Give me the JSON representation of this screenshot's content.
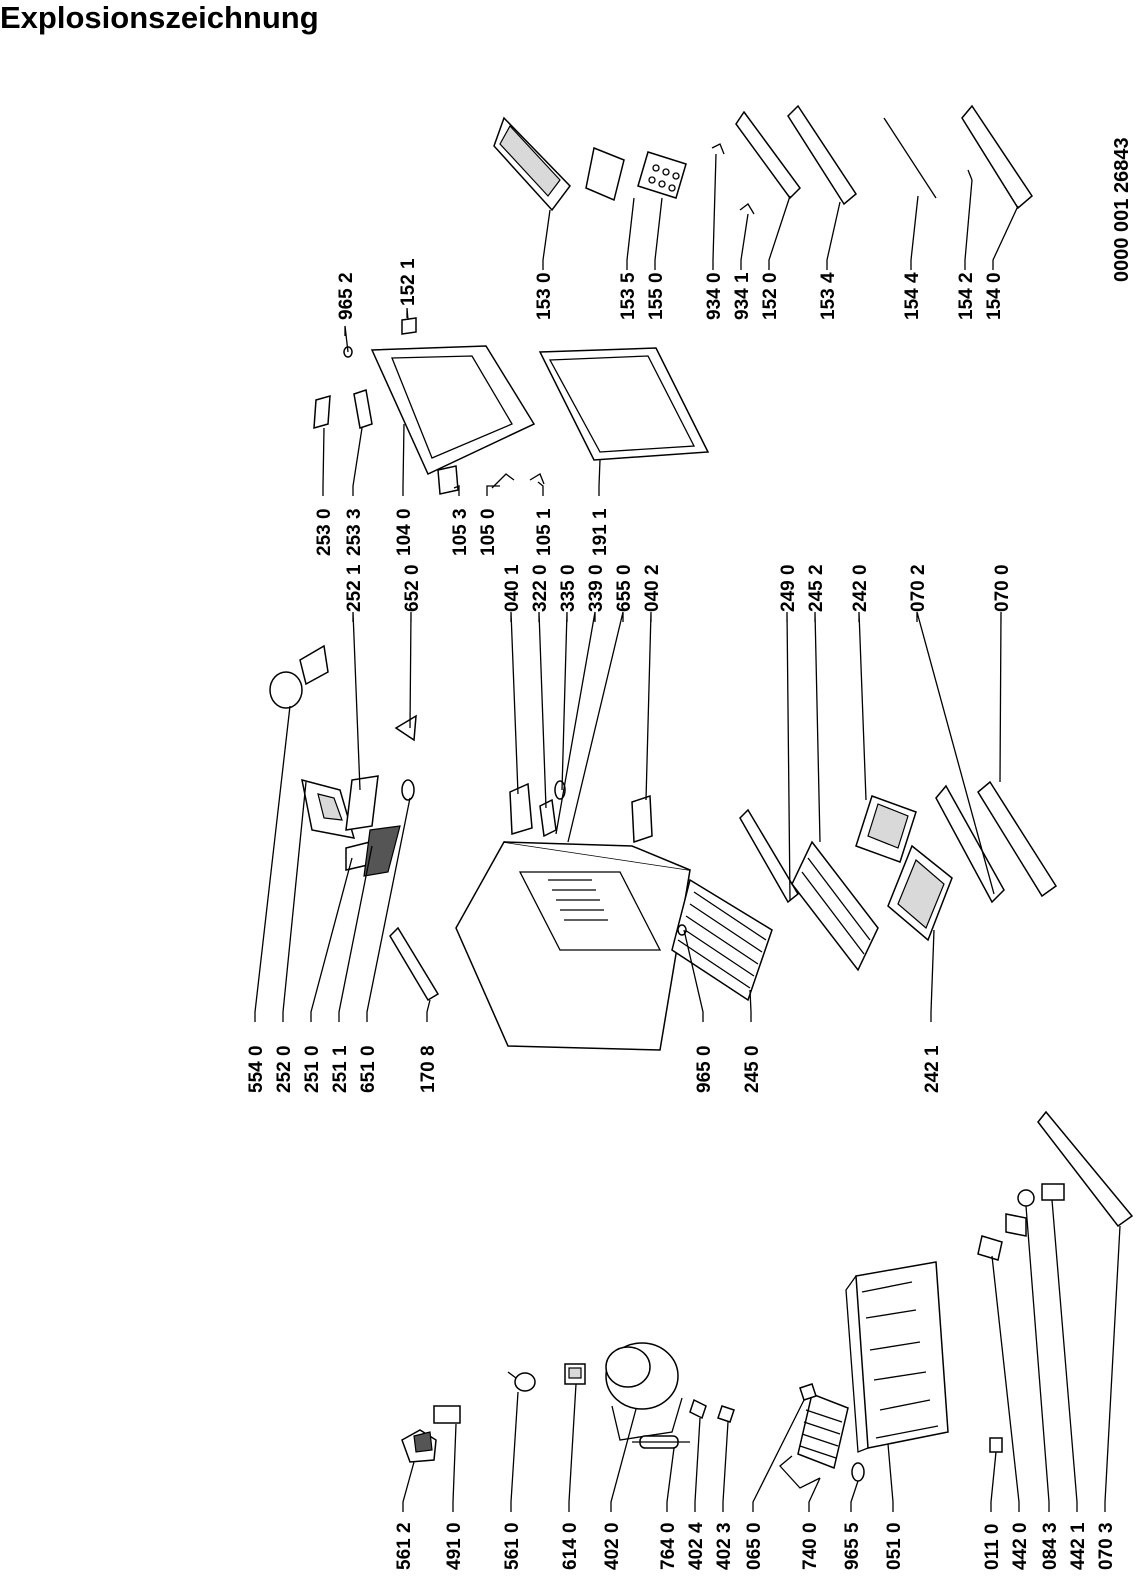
{
  "title": "Explosionszeichnung",
  "document_number": "0000 001 26843",
  "labels": [
    "554 0",
    "252 0",
    "251 0",
    "251 1",
    "651 0",
    "170 8",
    "252 1",
    "652 0",
    "965 0",
    "245 0",
    "242 1",
    "040 1",
    "322 0",
    "335 0",
    "339 0",
    "655 0",
    "040 2",
    "249 0",
    "245 2",
    "242 0",
    "070 2",
    "070 0",
    "253 0",
    "253 3",
    "104 0",
    "105 3",
    "105 0",
    "105 1",
    "191 1",
    "965 2",
    "152 1",
    "153 0",
    "153 5",
    "155 0",
    "934 0",
    "934 1",
    "152 0",
    "153 4",
    "154 4",
    "154 2",
    "154 0",
    "561 2",
    "491 0",
    "561 0",
    "614 0",
    "402 0",
    "764 0",
    "402 4",
    "402 3",
    "065 0",
    "740 0",
    "965 5",
    "051 0",
    "011 0",
    "442 0",
    "084 3",
    "442 1",
    "070 3"
  ],
  "colors": {
    "ink": "#000000",
    "paper": "#ffffff",
    "shade": "#d9d9d9"
  }
}
